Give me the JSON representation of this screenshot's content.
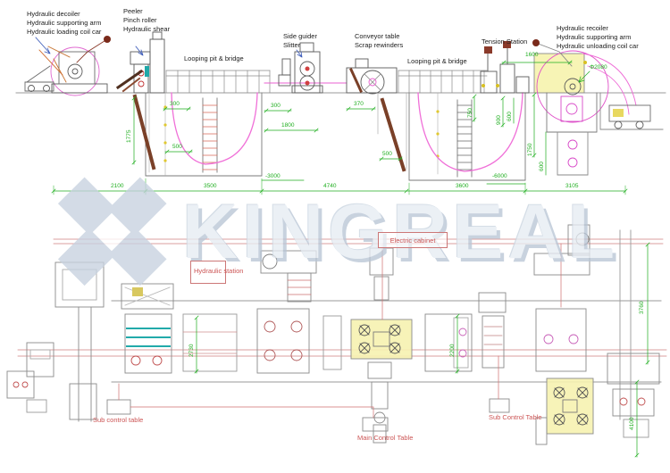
{
  "watermark": {
    "text": "KINGREAL"
  },
  "elevation": {
    "labels": {
      "decoiler": "Hydraulic decoiler\nHydraulic supporting arm\nHydraulic loading coil car",
      "peeler": "Peeler\nPinch roller\nHydraulic shear",
      "looping_pit_1": "Looping pit & bridge",
      "side_guider": "Side guider\nSlitter",
      "conveyor": "Conveyor table\nScrap rewinders",
      "looping_pit_2": "Looping pit & bridge",
      "tension": "Tension Station",
      "recoiler": "Hydraulic recoiler\nHydraulic supporting arm\nHydraulic unloading coil car"
    },
    "dims": {
      "d300a": "300",
      "d1775": "1775",
      "d500a": "500",
      "d300b": "300",
      "d1800": "1800",
      "dm3000": "-3000",
      "d370": "370",
      "d500b": "500",
      "d750": "750",
      "d900": "900",
      "d600a": "600",
      "d1750": "1750",
      "d600b": "600",
      "d1600": "1600",
      "dphi2080": "Φ2080",
      "dm6000": "-6000",
      "bottom": [
        "2100",
        "3500",
        "4740",
        "3600",
        "3105"
      ]
    }
  },
  "plan": {
    "labels": {
      "electric_cabinet": "Electric cabinet",
      "hydraulic_station": "Hydraulic station",
      "sub_control_left": "Sub control table",
      "main_control": "Main Control Table",
      "sub_control_right": "Sub Control Table"
    },
    "dims": {
      "d2730": "2730",
      "d2200": "2200",
      "d3760": "3760",
      "d4100": "4100"
    }
  }
}
